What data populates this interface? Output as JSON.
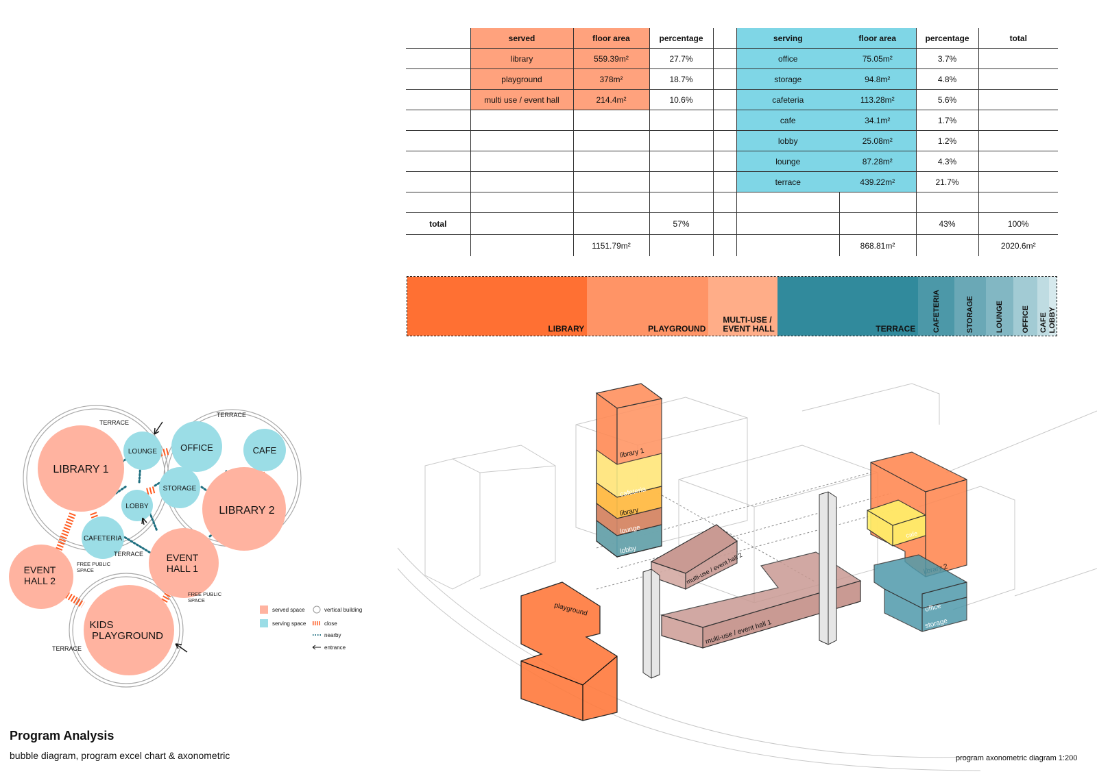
{
  "table": {
    "served_headers": [
      "served",
      "floor area",
      "percentage"
    ],
    "serving_headers": [
      "serving",
      "floor area",
      "percentage",
      "total"
    ],
    "served_rows": [
      {
        "name": "library",
        "area": "559.39m²",
        "pct": "27.7%"
      },
      {
        "name": "playground",
        "area": "378m²",
        "pct": "18.7%"
      },
      {
        "name": "multi use / event hall",
        "area": "214.4m²",
        "pct": "10.6%"
      }
    ],
    "serving_rows": [
      {
        "name": "office",
        "area": "75.05m²",
        "pct": "3.7%"
      },
      {
        "name": "storage",
        "area": "94.8m²",
        "pct": "4.8%"
      },
      {
        "name": "cafeteria",
        "area": "113.28m²",
        "pct": "5.6%"
      },
      {
        "name": "cafe",
        "area": "34.1m²",
        "pct": "1.7%"
      },
      {
        "name": "lobby",
        "area": "25.08m²",
        "pct": "1.2%"
      },
      {
        "name": "lounge",
        "area": "87.28m²",
        "pct": "4.3%"
      },
      {
        "name": "terrace",
        "area": "439.22m²",
        "pct": "21.7%"
      }
    ],
    "total_label": "total",
    "served_total_pct": "57%",
    "serving_total_pct": "43%",
    "grand_total_pct": "100%",
    "served_total_area": "1151.79m²",
    "serving_total_area": "868.81m²",
    "grand_total_area": "2020.6m²"
  },
  "bar": {
    "segments": [
      {
        "label": "LIBRARY",
        "pct": 27.7,
        "color": "#ff7033"
      },
      {
        "label": "PLAYGROUND",
        "pct": 18.7,
        "color": "#ff9466"
      },
      {
        "label": "MULTI-USE /\nEVENT HALL",
        "pct": 10.6,
        "color": "#ffad88"
      },
      {
        "label": "TERRACE",
        "pct": 21.7,
        "color": "#318a9c"
      },
      {
        "label": "CAFETERIA",
        "pct": 5.6,
        "color": "#4c98a8",
        "vertical": true
      },
      {
        "label": "STORAGE",
        "pct": 4.8,
        "color": "#6aa8b6",
        "vertical": true
      },
      {
        "label": "LOUNGE",
        "pct": 4.3,
        "color": "#82b7c3",
        "vertical": true
      },
      {
        "label": "OFFICE",
        "pct": 3.7,
        "color": "#a2cbd4",
        "vertical": true
      },
      {
        "label": "CAFE",
        "pct": 1.7,
        "color": "#bfdce2",
        "vertical": true
      },
      {
        "label": "LOBBY",
        "pct": 1.2,
        "color": "#d6e9ed",
        "vertical": true
      }
    ]
  },
  "bubbles": {
    "library1": "LIBRARY 1",
    "library2": "LIBRARY 2",
    "event_hall1": [
      "EVENT",
      "HALL 1"
    ],
    "event_hall2": [
      "EVENT",
      "HALL 2"
    ],
    "kids_playground": [
      "KIDS",
      "PLAYGROUND"
    ],
    "lounge": "LOUNGE",
    "office": "OFFICE",
    "cafe": "CAFE",
    "lobby": "LOBBY",
    "storage": "STORAGE",
    "cafeteria": "CAFETERIA",
    "terrace": "TERRACE",
    "free_public": [
      "FREE PUBLIC",
      "SPACE"
    ]
  },
  "legend": {
    "served": "served space",
    "serving": "serving space",
    "vertical": "vertical building",
    "close": "close",
    "nearby": "nearby",
    "entrance": "entrance"
  },
  "axo_labels": {
    "library1": "library 1",
    "cafeteria": "cafeteria",
    "library": "library",
    "lounge": "lounge",
    "lobby": "lobby",
    "event_hall2": "multi-use / event hall 2",
    "event_hall1": "multi-use / event hall 1",
    "playground": "playground",
    "cafe": "cafe",
    "library2": "library 2",
    "office": "office",
    "storage": "storage"
  },
  "colors": {
    "served": "#ffb3a0",
    "serving": "#9bdde6",
    "orange_vol": "#ff8a55",
    "close_link": "#ff5a1f",
    "nearby_link": "#1f6f80"
  },
  "title": "Program Analysis",
  "subtitle": "bubble diagram, program excel chart & axonometric",
  "caption": "program axonometric diagram 1:200"
}
